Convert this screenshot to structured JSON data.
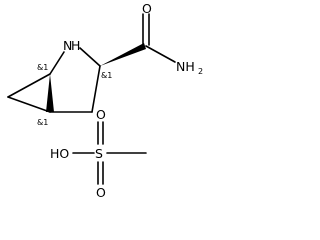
{
  "molecule": {
    "cation": {
      "atoms": {
        "ring_nitrogen": "N",
        "ring_nitrogen_h": "H",
        "carbonyl_oxygen": "O",
        "amide_nitrogen": "NH",
        "amide_subscript": "2"
      },
      "stereo_labels": {
        "c1": "&1",
        "c3": "&1",
        "c5": "&1"
      }
    },
    "anion": {
      "atoms": {
        "hydroxyl": "HO",
        "sulfur": "S",
        "oxygen_top": "O",
        "oxygen_bottom": "O"
      }
    }
  }
}
